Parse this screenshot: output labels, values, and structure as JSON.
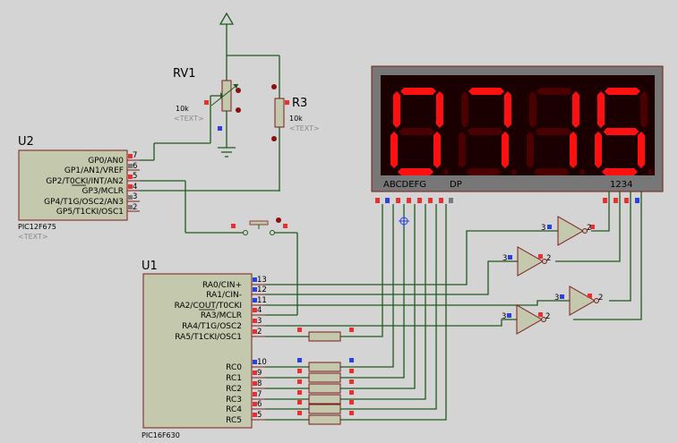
{
  "potentiometer": {
    "ref": "RV1",
    "value": "10k",
    "text_placeholder": "<TEXT>"
  },
  "resistor_r3": {
    "ref": "R3",
    "value": "10k",
    "text_placeholder": "<TEXT>"
  },
  "chip_u2": {
    "ref": "U2",
    "part": "PIC12F675",
    "text_placeholder": "<TEXT>",
    "pins": [
      {
        "label": "GP0/AN0",
        "num": "7"
      },
      {
        "label": "GP1/AN1/VREF",
        "num": "6"
      },
      {
        "label": "GP2/T0CKI/INT/AN2",
        "num": "5"
      },
      {
        "label": "GP3/MCLR",
        "num": "4"
      },
      {
        "label": "GP4/T1G/OSC2/AN3",
        "num": "3"
      },
      {
        "label": "GP5/T1CKI/OSC1",
        "num": "2"
      }
    ]
  },
  "chip_u1": {
    "ref": "U1",
    "part": "PIC16F630",
    "pins_a": [
      {
        "label": "RA0/CIN+",
        "num": "13"
      },
      {
        "label": "RA1/CIN-",
        "num": "12"
      },
      {
        "label": "RA2/COUT/T0CKI",
        "num": "11"
      },
      {
        "label": "RA3/MCLR",
        "num": "4"
      },
      {
        "label": "RA4/T1G/OSC2",
        "num": "3"
      },
      {
        "label": "RA5/T1CKI/OSC1",
        "num": "2"
      }
    ],
    "pins_c": [
      {
        "label": "RC0",
        "num": "10"
      },
      {
        "label": "RC1",
        "num": "9"
      },
      {
        "label": "RC2",
        "num": "8"
      },
      {
        "label": "RC3",
        "num": "7"
      },
      {
        "label": "RC4",
        "num": "6"
      },
      {
        "label": "RC5",
        "num": "5"
      }
    ]
  },
  "display": {
    "segment_label": "ABCDEFG",
    "dp_label": "DP",
    "digit_label": "1234",
    "digits": [
      "0",
      "7",
      "1",
      "6"
    ],
    "on_color": "#ff1010",
    "off_color": "#4a0000"
  },
  "inverters": [
    {
      "in_pin": "3",
      "out_pin": "2"
    },
    {
      "in_pin": "3",
      "out_pin": "2"
    },
    {
      "in_pin": "3",
      "out_pin": "2"
    },
    {
      "in_pin": "3",
      "out_pin": "2"
    }
  ]
}
